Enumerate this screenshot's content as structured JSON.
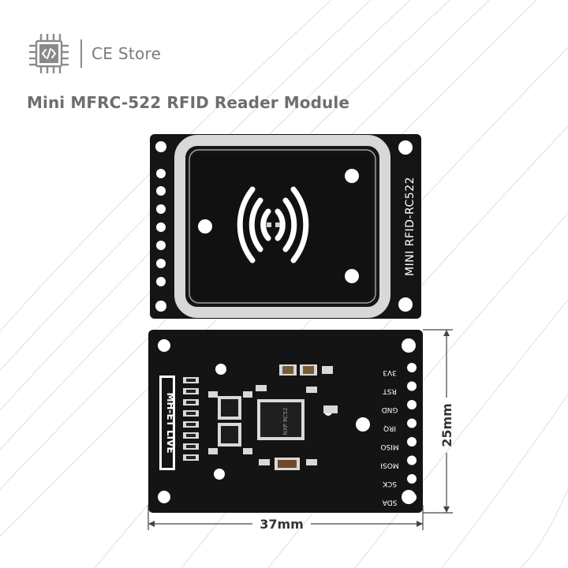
{
  "brand": {
    "icon": "chip-code-icon",
    "name": "CE Store"
  },
  "product": {
    "title": "Mini MFRC-522 RFID Reader Module"
  },
  "front_board": {
    "label": "MINI RFID-RC522"
  },
  "back_board": {
    "brand_label": "MH-ET LIVE",
    "chip_text": "NXP RC52",
    "pins": [
      "3V3",
      "RST",
      "GND",
      "IRQ",
      "MISO",
      "MOSI",
      "SCK",
      "SDA"
    ]
  },
  "dimensions": {
    "width": "37mm",
    "height": "25mm"
  },
  "colors": {
    "pcb": "#141414",
    "antenna": "#d9d9d9",
    "text_gray": "#6e6e6e",
    "dimension_line": "#444444"
  }
}
